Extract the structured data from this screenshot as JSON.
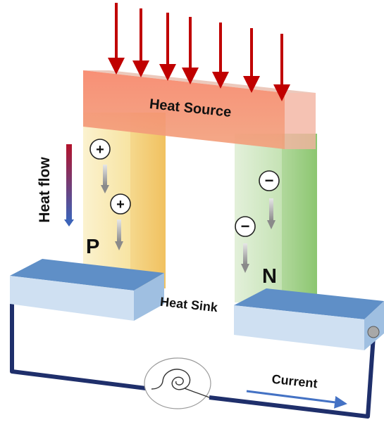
{
  "labels": {
    "heat_source": "Heat Source",
    "heat_sink": "Heat Sink",
    "heat_flow": "Heat flow",
    "p_leg": "P",
    "n_leg": "N",
    "current": "Current"
  },
  "carriers": {
    "hole": "+",
    "electron": "−"
  },
  "colors": {
    "heat_arrows": "#c00000",
    "heat_source": "#f06a4a",
    "p_leg": "#f5d27a",
    "n_leg": "#9fd18a",
    "heat_sink": "#8fb7de",
    "wire": "#1f2f6b",
    "current_arrow": "#4472c4"
  },
  "icons": {
    "load": "coil-resistor-icon",
    "terminal": "terminal-icon"
  }
}
